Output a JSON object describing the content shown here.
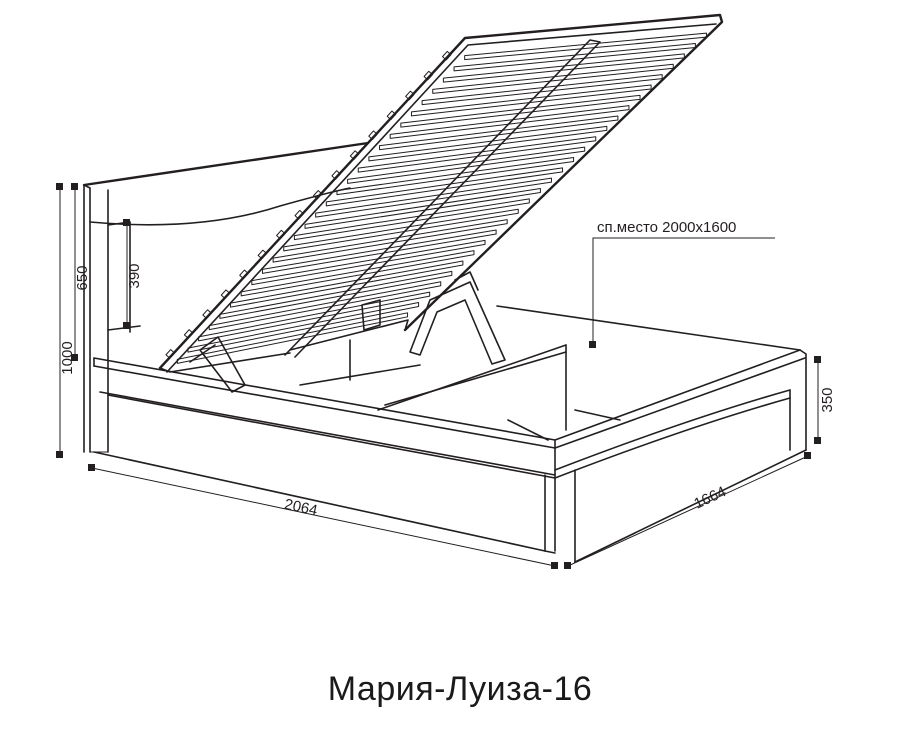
{
  "title": "Мария-Луиза-16",
  "spec": {
    "label": "сп.место 2000х1600"
  },
  "dimensions": {
    "total_height": "1000",
    "headboard_height": "650",
    "headboard_panel": "390",
    "length": "2064",
    "width": "1664",
    "side_height": "350"
  },
  "colors": {
    "line": "#231f20",
    "background": "#ffffff"
  }
}
